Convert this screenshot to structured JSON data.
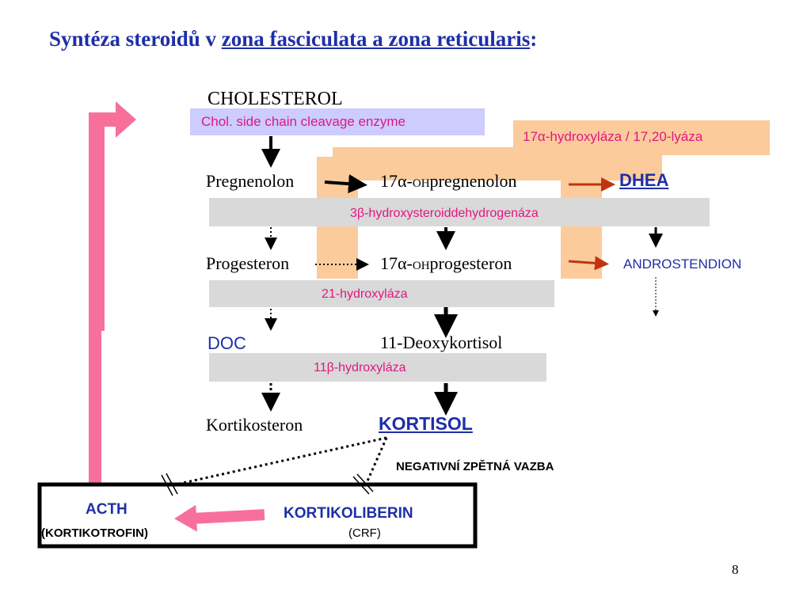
{
  "title": {
    "prefix": "Syntéza steroidů v ",
    "underlined": "zona fasciculata a zona reticularis",
    "suffix": ":"
  },
  "compounds": {
    "cholesterol": "CHOLESTEROL",
    "pregnenolon": "Pregnenolon",
    "oh_prefix": "17α-",
    "oh": "OH",
    "pregnenolon_suffix": "pregnenolon",
    "dhea": "DHEA",
    "progesteron": "Progesteron",
    "progesteron_suffix": "progesteron",
    "androstendion": "ANDROSTENDION",
    "doc": "DOC",
    "deoxykortisol": "11-Deoxykortisol",
    "kortikosteron": "Kortikosteron",
    "kortisol": "KORTISOL"
  },
  "enzymes": {
    "side_chain": "Chol. side chain cleavage enzyme",
    "hydroxylase_lyase": "17α-hydroxyláza / 17,20-lyáza",
    "hsd": "3β-hydroxysteroiddehydrogenáza",
    "hydroxylase21": "21-hydroxyláza",
    "hydroxylase11": "11β-hydroxyláza"
  },
  "feedback": {
    "label": "NEGATIVNÍ ZPĚTNÁ VAZBA",
    "acth": "ACTH",
    "acth_full": "(KORTIKOTROFIN)",
    "crh": "KORTIKOLIBERIN",
    "crh_abbr": "(CRF)"
  },
  "page_number": "8",
  "colors": {
    "title_blue": "#1e2fa8",
    "enzyme_pink": "#e0177f",
    "arrow_pink": "#f7709c",
    "peach": "#fbcb9c",
    "grey_band": "#d9d9d9",
    "lavender": "#ccccff",
    "red_arrow": "#c0350f"
  }
}
